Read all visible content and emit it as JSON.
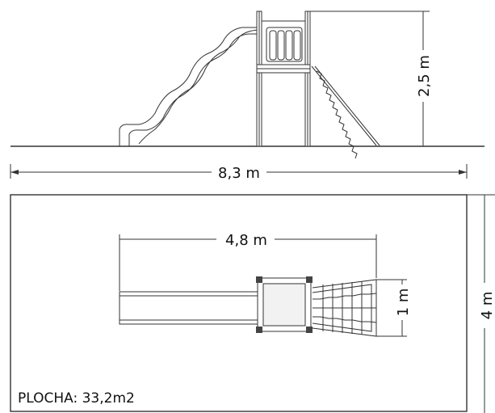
{
  "dimensions": {
    "height_side": "2,5 m",
    "width_total": "8,3 m",
    "length_top": "4,8 m",
    "width_top": "1 m",
    "depth_total": "4 m"
  },
  "area_label": "PLOCHA: 33,2m2"
}
